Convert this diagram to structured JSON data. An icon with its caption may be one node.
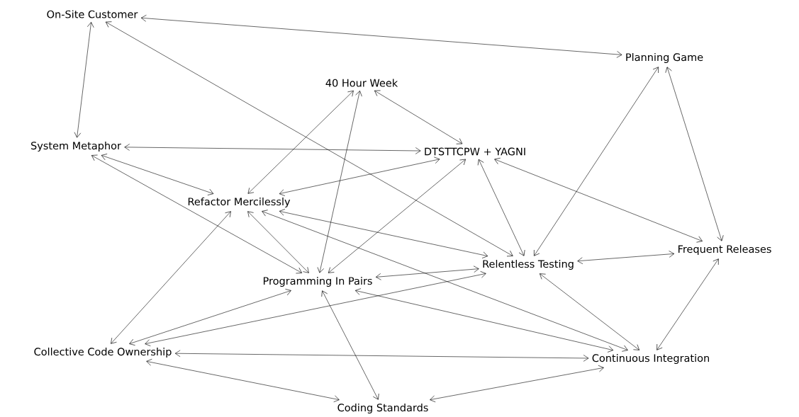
{
  "diagram": {
    "nodes": [
      {
        "text": [
          "On-Site Customer"
        ]
      },
      {
        "text": [
          "Planning Game"
        ]
      },
      {
        "text": [
          "40 Hour Week"
        ]
      },
      {
        "text": [
          "System Metaphor"
        ]
      },
      {
        "text": [
          "DTSTTCPW + YAGNI"
        ]
      },
      {
        "text": [
          "Refactor Mercilessly"
        ]
      },
      {
        "text": [
          "Frequent Releases"
        ]
      },
      {
        "text": [
          "Relentless Testing"
        ]
      },
      {
        "text": [
          "Programming In Pairs"
        ]
      },
      {
        "text": [
          "Collective Code Ownership"
        ]
      },
      {
        "text": [
          "Continuous Integration"
        ]
      },
      {
        "text": [
          "Coding Standards"
        ]
      }
    ],
    "edges": [
      {
        "from": 0,
        "to": 1,
        "arrow": "both"
      },
      {
        "from": 0,
        "to": 3,
        "arrow": "both"
      },
      {
        "from": 0,
        "to": 7,
        "arrow": "both"
      },
      {
        "from": 1,
        "to": 7,
        "arrow": "both"
      },
      {
        "from": 1,
        "to": 6,
        "arrow": "both"
      },
      {
        "from": 2,
        "to": 4,
        "arrow": "both"
      },
      {
        "from": 2,
        "to": 5,
        "arrow": "both"
      },
      {
        "from": 2,
        "to": 8,
        "arrow": "both"
      },
      {
        "from": 3,
        "to": 4,
        "arrow": "both"
      },
      {
        "from": 3,
        "to": 5,
        "arrow": "both"
      },
      {
        "from": 3,
        "to": 8,
        "arrow": "both"
      },
      {
        "from": 4,
        "to": 5,
        "arrow": "both"
      },
      {
        "from": 4,
        "to": 7,
        "arrow": "both"
      },
      {
        "from": 4,
        "to": 6,
        "arrow": "both"
      },
      {
        "from": 4,
        "to": 8,
        "arrow": "both"
      },
      {
        "from": 5,
        "to": 7,
        "arrow": "both"
      },
      {
        "from": 5,
        "to": 8,
        "arrow": "both"
      },
      {
        "from": 5,
        "to": 9,
        "arrow": "both"
      },
      {
        "from": 5,
        "to": 10,
        "arrow": "both"
      },
      {
        "from": 6,
        "to": 7,
        "arrow": "both"
      },
      {
        "from": 6,
        "to": 10,
        "arrow": "both"
      },
      {
        "from": 7,
        "to": 8,
        "arrow": "both"
      },
      {
        "from": 7,
        "to": 9,
        "arrow": "both"
      },
      {
        "from": 7,
        "to": 10,
        "arrow": "both"
      },
      {
        "from": 8,
        "to": 9,
        "arrow": "both"
      },
      {
        "from": 8,
        "to": 10,
        "arrow": "both"
      },
      {
        "from": 8,
        "to": 11,
        "arrow": "both"
      },
      {
        "from": 9,
        "to": 10,
        "arrow": "both"
      },
      {
        "from": 9,
        "to": 11,
        "arrow": "both"
      },
      {
        "from": 10,
        "to": 11,
        "arrow": "both"
      }
    ]
  }
}
